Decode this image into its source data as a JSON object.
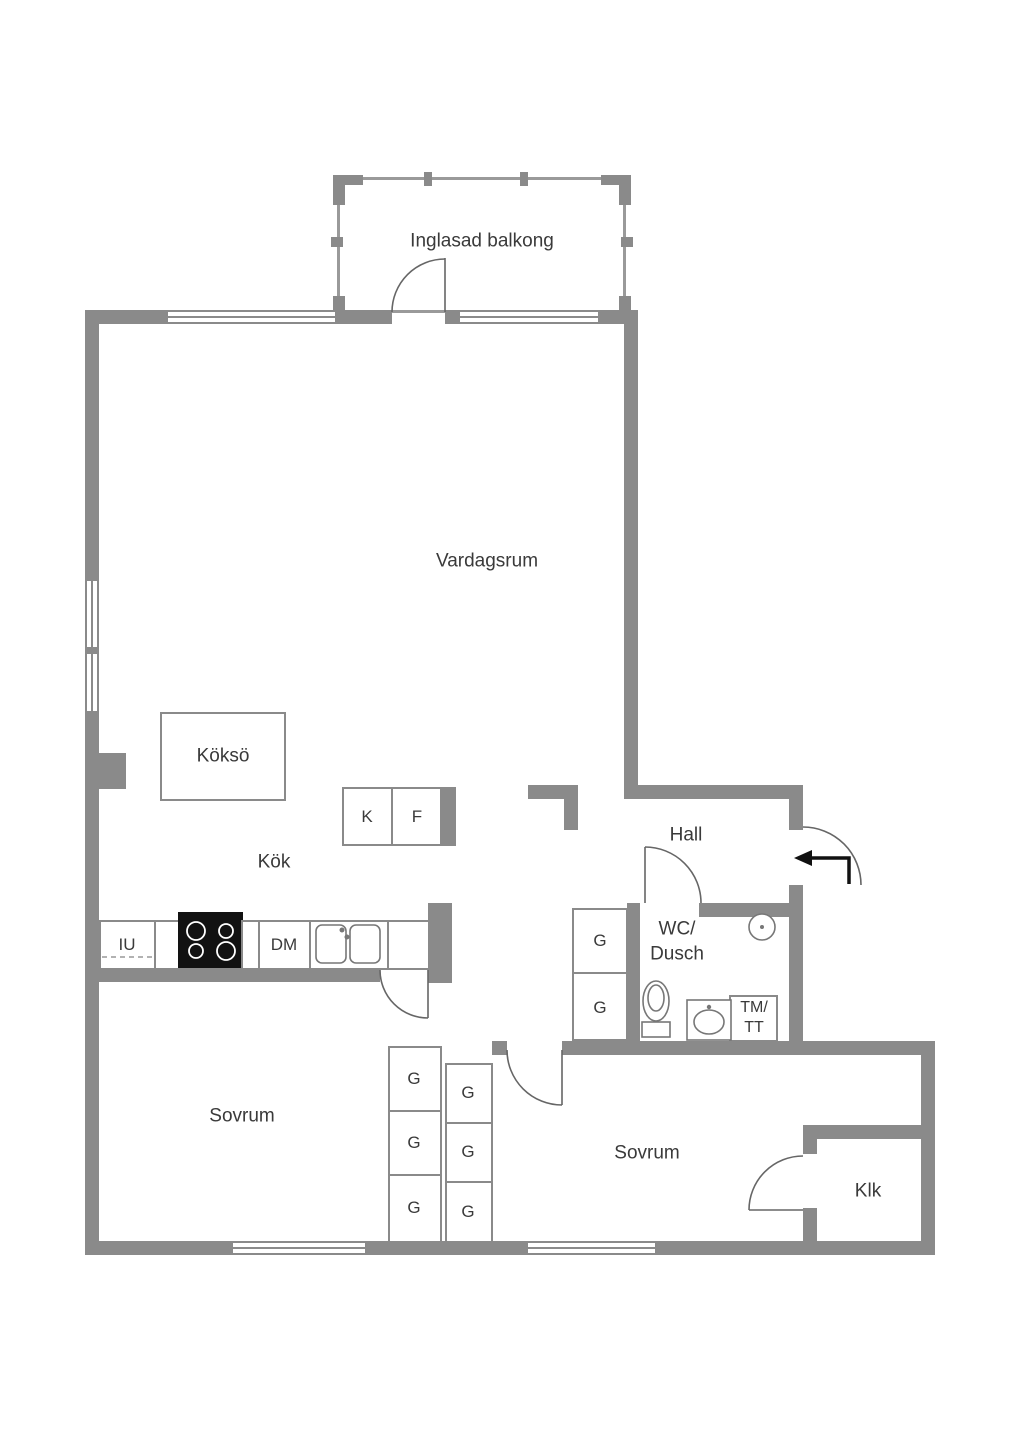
{
  "floorplan": {
    "rooms": {
      "balcony": "Inglasad balkong",
      "living_room": "Vardagsrum",
      "kitchen_island": "Köksö",
      "kitchen": "Kök",
      "hall": "Hall",
      "wc_line1": "WC/",
      "wc_line2": "Dusch",
      "bedroom_left": "Sovrum",
      "bedroom_right": "Sovrum",
      "closet": "Klk"
    },
    "fixtures": {
      "fridge": "K",
      "freezer": "F",
      "integrated_oven": "IU",
      "dishwasher": "DM",
      "washer_line1": "TM/",
      "washer_line2": "TT",
      "wardrobe": "G"
    },
    "colors": {
      "wall": "#8a8a8a",
      "text": "#3a3a3a"
    }
  }
}
